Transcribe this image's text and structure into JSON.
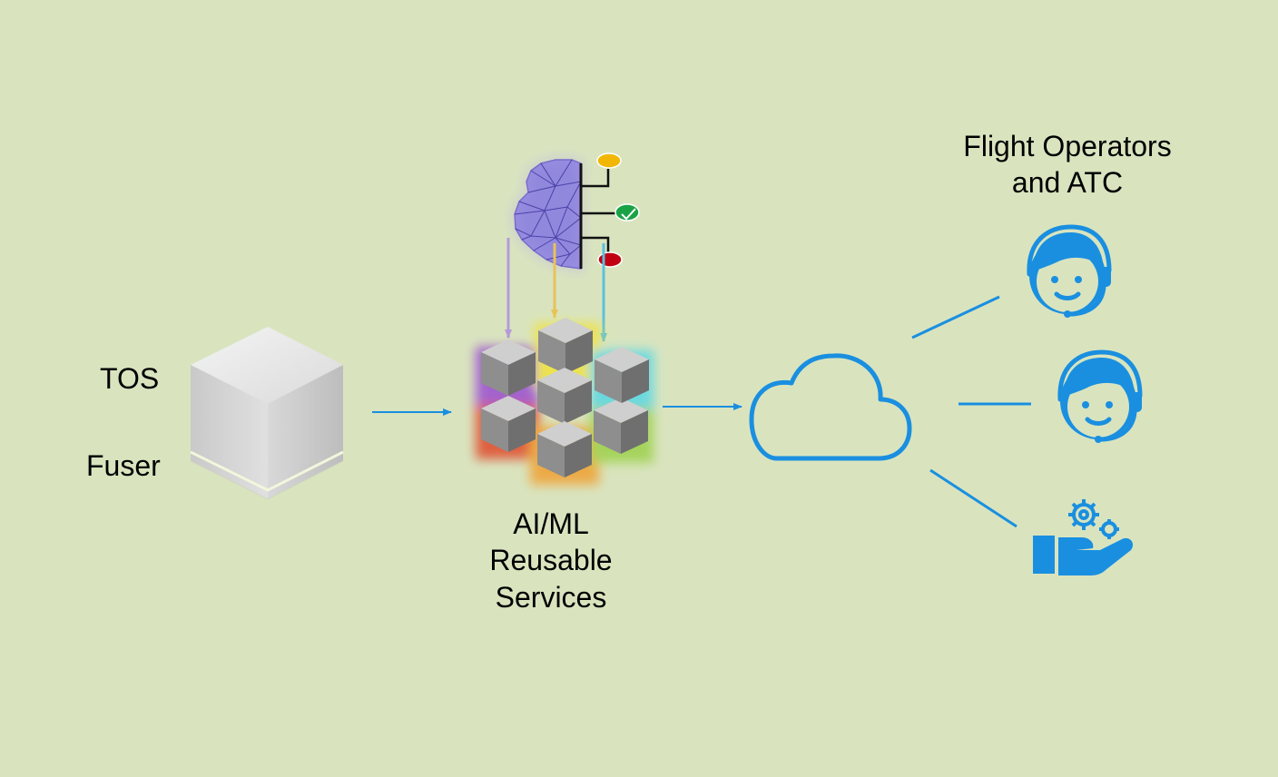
{
  "labels": {
    "tos": "TOS",
    "fuser": "Fuser",
    "aiml_line1": "AI/ML",
    "aiml_line2": "Reusable",
    "aiml_line3": "Services",
    "operators_line1": "Flight Operators",
    "operators_line2": "and ATC"
  },
  "icons": {
    "source": "server-cube-icon",
    "services": "cube-cluster-icon",
    "brain": "brain-mesh-icon",
    "cloud": "cloud-icon",
    "operator1": "headset-operator-icon",
    "operator2": "headset-operator-icon",
    "service_hand": "hand-gears-icon"
  },
  "colors": {
    "background": "#d9e4bf",
    "accent": "#1a8fe0",
    "brain": "#7b6fd0",
    "status_yellow": "#f2b705",
    "status_green": "#1aa346",
    "status_red": "#c00010"
  }
}
